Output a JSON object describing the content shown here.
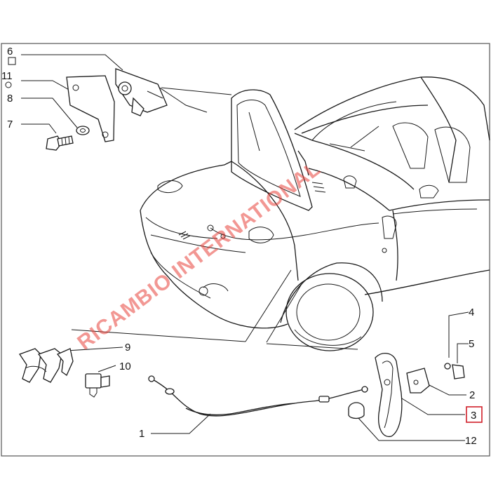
{
  "callouts": {
    "c1": "1",
    "c2": "2",
    "c3": "3",
    "c4": "4",
    "c5": "5",
    "c6": "6",
    "c7": "7",
    "c8": "8",
    "c9": "9",
    "c10": "10",
    "c11": "11",
    "c12": "12"
  },
  "watermark": "RICAMBIO INTERNATIONAL",
  "colors": {
    "line": "#1a1a1a",
    "highlight_box": "#d0202a",
    "watermark": "#e8413a",
    "border": "#555555"
  }
}
